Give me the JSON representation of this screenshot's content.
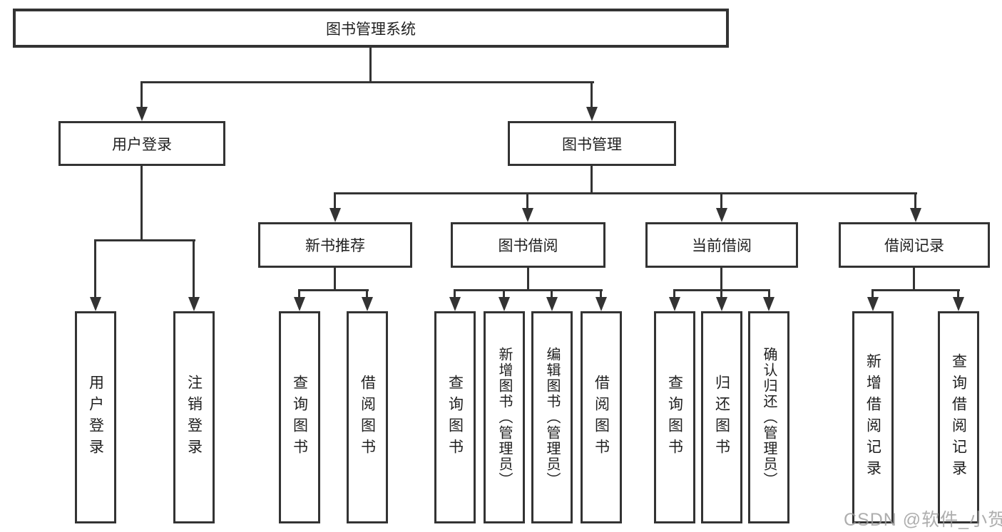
{
  "diagram": {
    "title": "图书管理系统",
    "level2": [
      "用户登录",
      "图书管理"
    ],
    "level3": [
      "新书推荐",
      "图书借阅",
      "当前借阅",
      "借阅记录"
    ],
    "leaves_user_login": [
      "用户登录",
      "注销登录"
    ],
    "leaves_new_book": [
      "查询图书",
      "借阅图书"
    ],
    "leaves_book_borrow": [
      "查询图书",
      "新增图书（管理员）",
      "编辑图书（管理员）",
      "借阅图书"
    ],
    "leaves_current_borrow": [
      "查询图书",
      "归还图书",
      "确认归还（管理员）"
    ],
    "leaves_borrow_record": [
      "新增借阅记录",
      "查询借阅记录"
    ]
  },
  "watermark": "CSDN @软件_小贺同学",
  "colors": {
    "line": "#333333",
    "text": "#1f1f1f",
    "background": "#ffffff",
    "watermark": "#9a9a9a"
  }
}
